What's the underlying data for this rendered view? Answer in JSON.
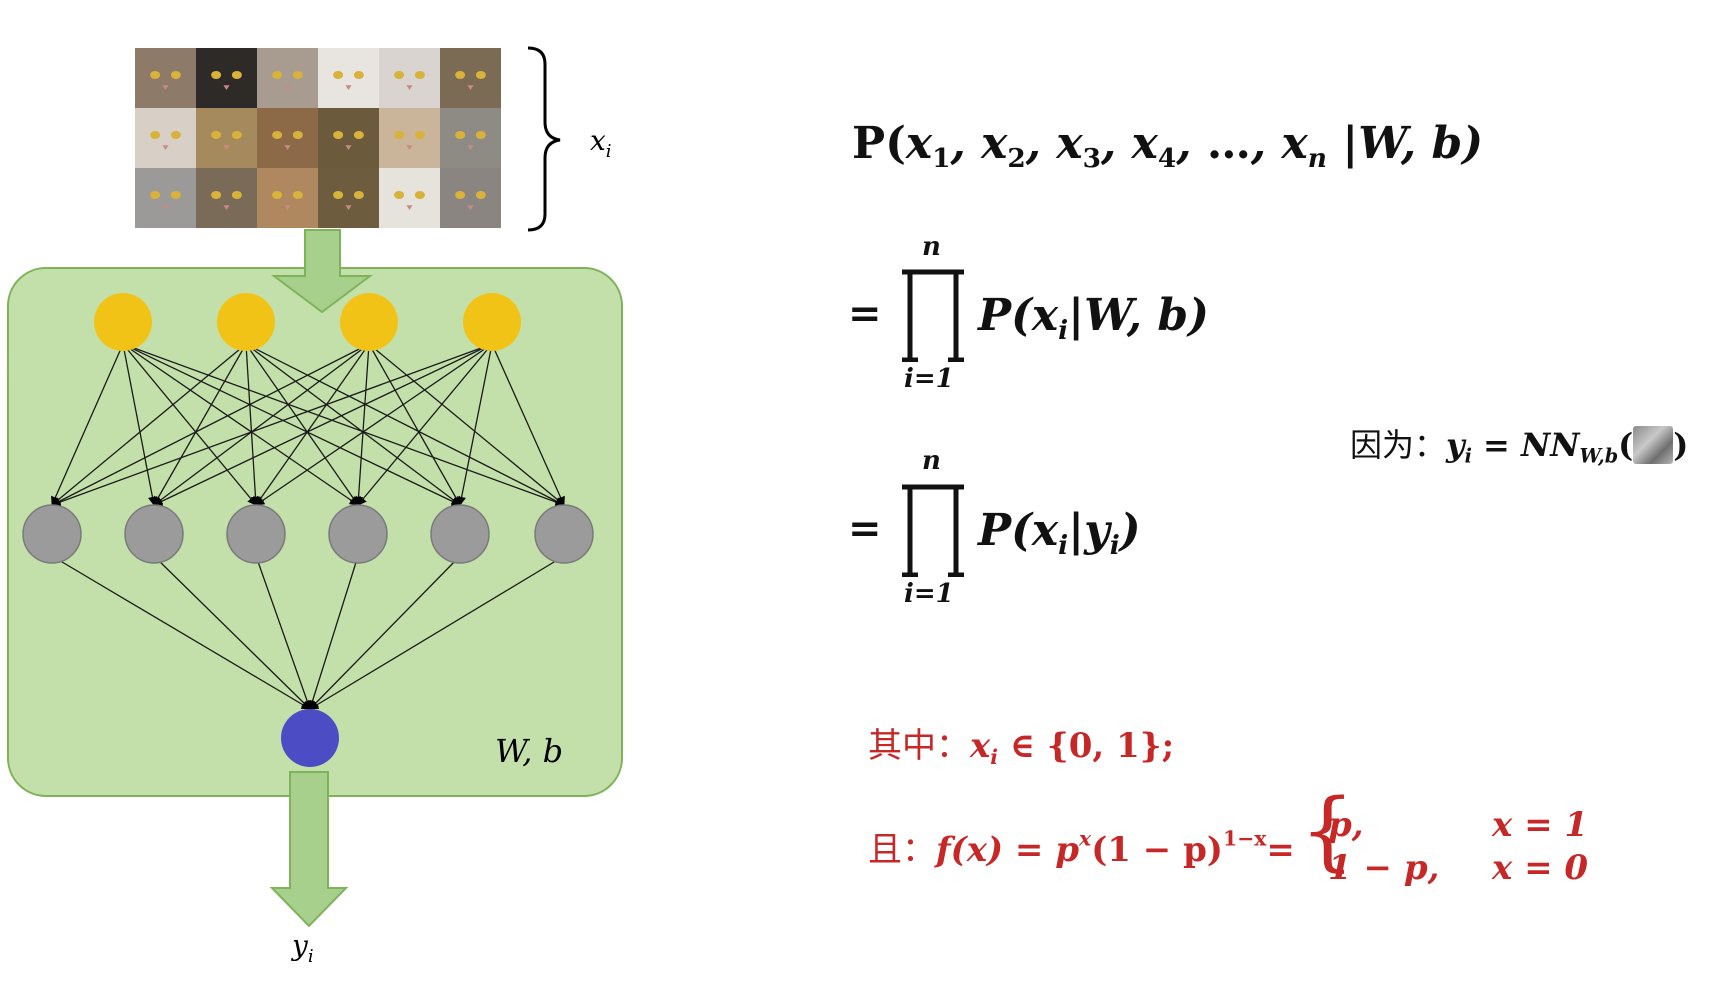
{
  "diagram": {
    "input_label": "x",
    "input_label_sub": "i",
    "params_label": "W, b",
    "output_label": "y",
    "output_label_sub": "i",
    "layers": [
      4,
      6,
      1
    ],
    "colors": {
      "panel": "#c4e0aa",
      "panel_border": "#7fb35a",
      "input_neuron": "#f2c317",
      "hidden_neuron": "#9b9b9b",
      "output_neuron": "#4c4cc4",
      "arrow": "#a8d08d"
    },
    "cat_image_grid": {
      "rows": 3,
      "cols": 6
    }
  },
  "equations": {
    "likelihood": {
      "prefix": "P(",
      "vars": [
        "x",
        "x",
        "x",
        "x"
      ],
      "subs": [
        "1",
        "2",
        "3",
        "4"
      ],
      "ellipsis": "…",
      "last_var": "x",
      "last_sub": "n",
      "given": "|W, b)"
    },
    "step2": {
      "eq": "=",
      "upper": "n",
      "lower": "i=1",
      "term": "P(x",
      "term_sub": "i",
      "term_rest": "|W, b)"
    },
    "step3": {
      "eq": "=",
      "upper": "n",
      "lower": "i=1",
      "term": "P(x",
      "term_sub": "i",
      "term_mid": "|y",
      "term_sub2": "i",
      "term_rest": ")"
    },
    "because": {
      "prefix_cn": "因为：",
      "lhs": "y",
      "lhs_sub": "i",
      "op": " = ",
      "fn": "NN",
      "fn_sub": "W,b",
      "open": "(",
      "thumb_icon": "cat-face-thumbnail-icon",
      "close": ")"
    },
    "where": {
      "prefix_cn": "其中：",
      "var": "x",
      "var_sub": "i",
      "set": " ∈ {0, 1};"
    },
    "and": {
      "prefix_cn": "且：",
      "lhs": "f(x) = p",
      "exp1": "x",
      "mid": "(1 − p)",
      "exp2": "1−x",
      "eq": "=",
      "cases": [
        {
          "value": "p,",
          "condition": "x = 1"
        },
        {
          "value": "1 − p,",
          "condition": "x = 0"
        }
      ]
    }
  }
}
